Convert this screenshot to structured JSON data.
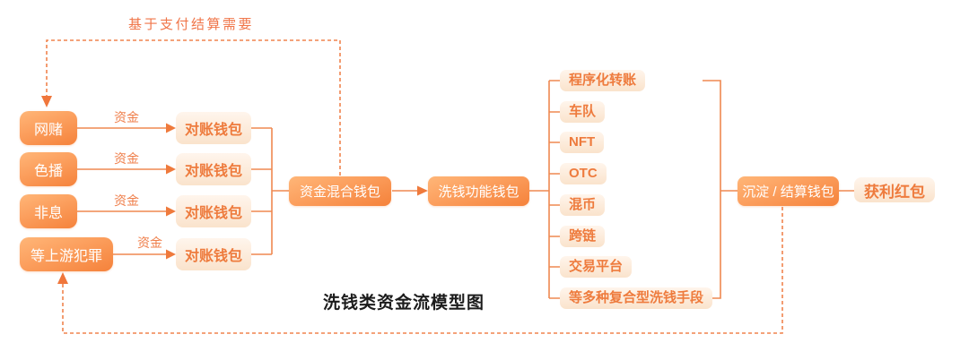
{
  "title": "洗钱类资金流模型图",
  "top_loop": {
    "label": "基于支付结算需要"
  },
  "labels": {
    "funds": "资金",
    "recon_wallet": "对账钱包"
  },
  "sources": [
    {
      "label": "网赌"
    },
    {
      "label": "色播"
    },
    {
      "label": "非息"
    },
    {
      "label": "等上游犯罪"
    }
  ],
  "mixing_wallet": {
    "label": "资金混合钱包"
  },
  "laundering_wallet": {
    "label": "洗钱功能钱包"
  },
  "methods": [
    {
      "label": "程序化转账"
    },
    {
      "label": "车队"
    },
    {
      "label": "NFT"
    },
    {
      "label": "OTC"
    },
    {
      "label": "混币"
    },
    {
      "label": "跨链"
    },
    {
      "label": "交易平台"
    },
    {
      "label": "等多种复合型洗钱手段"
    }
  ],
  "settlement_wallet": {
    "label": "沉淀 / 结算钱包"
  },
  "profit_packet": {
    "label": "获利红包"
  },
  "colors": {
    "accent_dark": "#F5823B",
    "accent_light": "#FFB678",
    "line": "#EF8950",
    "dashed_line": "#F0834E",
    "light_box_text": "#EE7B3D",
    "title_text": "#1C1C1C"
  }
}
